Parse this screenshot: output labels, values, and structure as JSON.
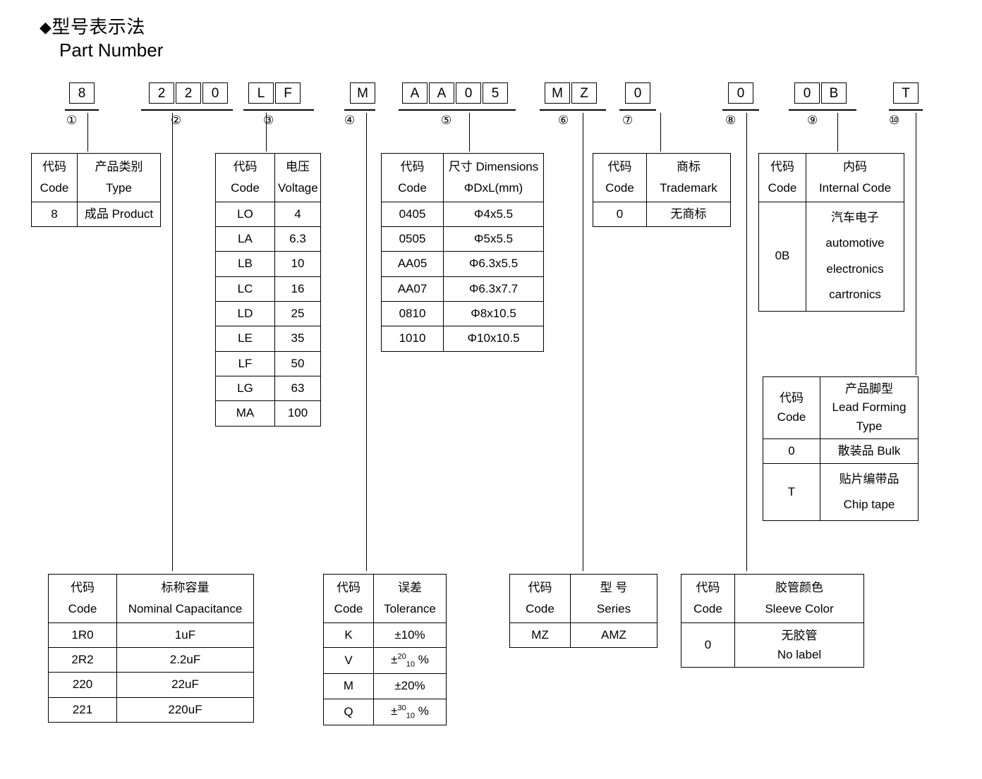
{
  "heading": {
    "diamond": "◆",
    "title_cn": "型号表示法",
    "title_en": "Part Number"
  },
  "part_number": {
    "groups": [
      {
        "marker": "①",
        "chars": [
          "8"
        ]
      },
      {
        "marker": "②",
        "chars": [
          "2",
          "2",
          "0"
        ]
      },
      {
        "marker": "③",
        "chars": [
          "L",
          "F"
        ]
      },
      {
        "marker": "④",
        "chars": [
          "M"
        ]
      },
      {
        "marker": "⑤",
        "chars": [
          "A",
          "A",
          "0",
          "5"
        ]
      },
      {
        "marker": "⑥",
        "chars": [
          "M",
          "Z"
        ]
      },
      {
        "marker": "⑦",
        "chars": [
          "0"
        ]
      },
      {
        "marker": "⑧",
        "chars": [
          "0"
        ]
      },
      {
        "marker": "⑨",
        "chars": [
          "0",
          "B"
        ]
      },
      {
        "marker": "⑩",
        "chars": [
          "T"
        ]
      }
    ]
  },
  "tables": {
    "type": {
      "header_code_cn": "代码",
      "header_code_en": "Code",
      "header_value_cn": "产品类别",
      "header_value_en": "Type",
      "rows": [
        {
          "code": "8",
          "value": "成品 Product"
        }
      ]
    },
    "voltage": {
      "header_code_cn": "代码",
      "header_code_en": "Code",
      "header_value_cn": "电压",
      "header_value_en": "Voltage",
      "rows": [
        {
          "code": "LO",
          "value": "4"
        },
        {
          "code": "LA",
          "value": "6.3"
        },
        {
          "code": "LB",
          "value": "10"
        },
        {
          "code": "LC",
          "value": "16"
        },
        {
          "code": "LD",
          "value": "25"
        },
        {
          "code": "LE",
          "value": "35"
        },
        {
          "code": "LF",
          "value": "50"
        },
        {
          "code": "LG",
          "value": "63"
        },
        {
          "code": "MA",
          "value": "100"
        }
      ]
    },
    "dimensions": {
      "header_code_cn": "代码",
      "header_code_en": "Code",
      "header_value_cn": "尺寸 Dimensions",
      "header_value_en": "ΦDxL(mm)",
      "rows": [
        {
          "code": "0405",
          "value": "Φ4x5.5"
        },
        {
          "code": "0505",
          "value": "Φ5x5.5"
        },
        {
          "code": "AA05",
          "value": "Φ6.3x5.5"
        },
        {
          "code": "AA07",
          "value": "Φ6.3x7.7"
        },
        {
          "code": "0810",
          "value": "Φ8x10.5"
        },
        {
          "code": "1010",
          "value": "Φ10x10.5"
        }
      ]
    },
    "trademark": {
      "header_code_cn": "代码",
      "header_code_en": "Code",
      "header_value_cn": "商标",
      "header_value_en": "Trademark",
      "rows": [
        {
          "code": "0",
          "value": "无商标"
        }
      ]
    },
    "internal_code": {
      "header_code_cn": "代码",
      "header_code_en": "Code",
      "header_value_cn": "内码",
      "header_value_en": "Internal Code",
      "rows": [
        {
          "code": "0B",
          "value_line1": "汽车电子",
          "value_line2": "automotive",
          "value_line3": "electronics",
          "value_line4": "cartronics"
        }
      ]
    },
    "lead_forming": {
      "header_code_cn": "代码",
      "header_code_en": "Code",
      "header_value_cn": "产品脚型",
      "header_value_en": "Lead Forming",
      "header_value_en2": "Type",
      "rows": [
        {
          "code": "0",
          "value": "散装品 Bulk"
        },
        {
          "code": "T",
          "value_line1": "贴片编带品",
          "value_line2": "Chip tape"
        }
      ]
    },
    "capacitance": {
      "header_code_cn": "代码",
      "header_code_en": "Code",
      "header_value_cn": "标称容量",
      "header_value_en": "Nominal Capacitance",
      "rows": [
        {
          "code": "1R0",
          "value": "1uF"
        },
        {
          "code": "2R2",
          "value": "2.2uF"
        },
        {
          "code": "220",
          "value": "22uF"
        },
        {
          "code": "221",
          "value": "220uF"
        }
      ]
    },
    "tolerance": {
      "header_code_cn": "代码",
      "header_code_en": "Code",
      "header_value_cn": "误差",
      "header_value_en": "Tolerance",
      "rows": [
        {
          "code": "K",
          "value": "±10%"
        },
        {
          "code": "V",
          "prefix": "±",
          "sup": "20",
          "sub": "10",
          "suffix": "%"
        },
        {
          "code": "M",
          "value": "±20%"
        },
        {
          "code": "Q",
          "prefix": "±",
          "sup": "30",
          "sub": "10",
          "suffix": "%"
        }
      ]
    },
    "series": {
      "header_code_cn": "代码",
      "header_code_en": "Code",
      "header_value_cn": "型 号",
      "header_value_en": "Series",
      "rows": [
        {
          "code": "MZ",
          "value": "AMZ"
        }
      ]
    },
    "sleeve_color": {
      "header_code_cn": "代码",
      "header_code_en": "Code",
      "header_value_cn": "胶管颜色",
      "header_value_en": "Sleeve Color",
      "rows": [
        {
          "code": "0",
          "value_line1": "无胶管",
          "value_line2": "No label"
        }
      ]
    }
  }
}
